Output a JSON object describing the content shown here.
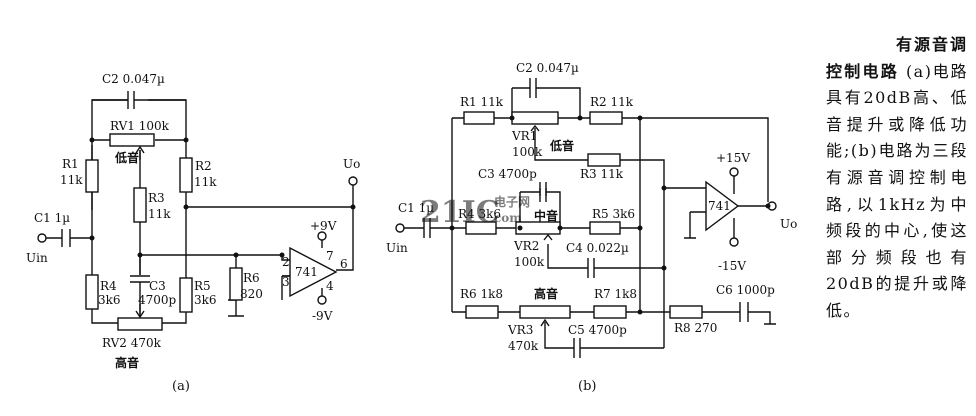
{
  "figure_a": {
    "caption": "(a)",
    "c2": "C2 0.047µ",
    "rv1": "RV1 100k",
    "bass": "低音",
    "r1": [
      "R1",
      "11k"
    ],
    "r2": [
      "R2",
      "11k"
    ],
    "r3": [
      "R3",
      "11k"
    ],
    "c1": "C1 1µ",
    "uin": "Uin",
    "c3": [
      "C3",
      "4700p"
    ],
    "r4": [
      "R4",
      "3k6"
    ],
    "r5": [
      "R5",
      "3k6"
    ],
    "r6": [
      "R6",
      "820"
    ],
    "rv2": "RV2 470k",
    "treble": "高音",
    "opamp": "741",
    "pins": [
      "2",
      "3",
      "7",
      "4",
      "6"
    ],
    "vplus": "+9V",
    "vminus": "-9V",
    "uo": "Uo"
  },
  "figure_b": {
    "caption": "(b)",
    "c2": "C2 0.047µ",
    "r1": "R1 11k",
    "r2": "R2 11k",
    "vr1": [
      "VR1",
      "100k"
    ],
    "bass": "低音",
    "c3": "C3 4700p",
    "r3": "R3 11k",
    "c1": "C1 1µ",
    "uin": "Uin",
    "r4": "R4 3k6",
    "mid": "中音",
    "r5": "R5 3k6",
    "vr2": [
      "VR2",
      "100k"
    ],
    "c4": "C4 0.022µ",
    "r6": "R6 1k8",
    "treble": "高音",
    "r7": "R7 1k8",
    "vr3": [
      "VR3",
      "470k"
    ],
    "c5": "C5 4700p",
    "r8": "R8 270",
    "c6": "C6 1000p",
    "opamp": "741",
    "vplus": "+15V",
    "vminus": "-15V",
    "uo": "Uo"
  },
  "watermark": {
    "main": "21IC",
    "cn": "电子网",
    "url": "com"
  },
  "description": {
    "title_line1": "有源音调",
    "title_line2": "控制电路",
    "body": "(a)电路具有20dB高、低音提升或降低功能;(b)电路为三段有源音调控制电路,以1kHz为中频段的中心,使这部分频段也有20dB的提升或降低。"
  }
}
